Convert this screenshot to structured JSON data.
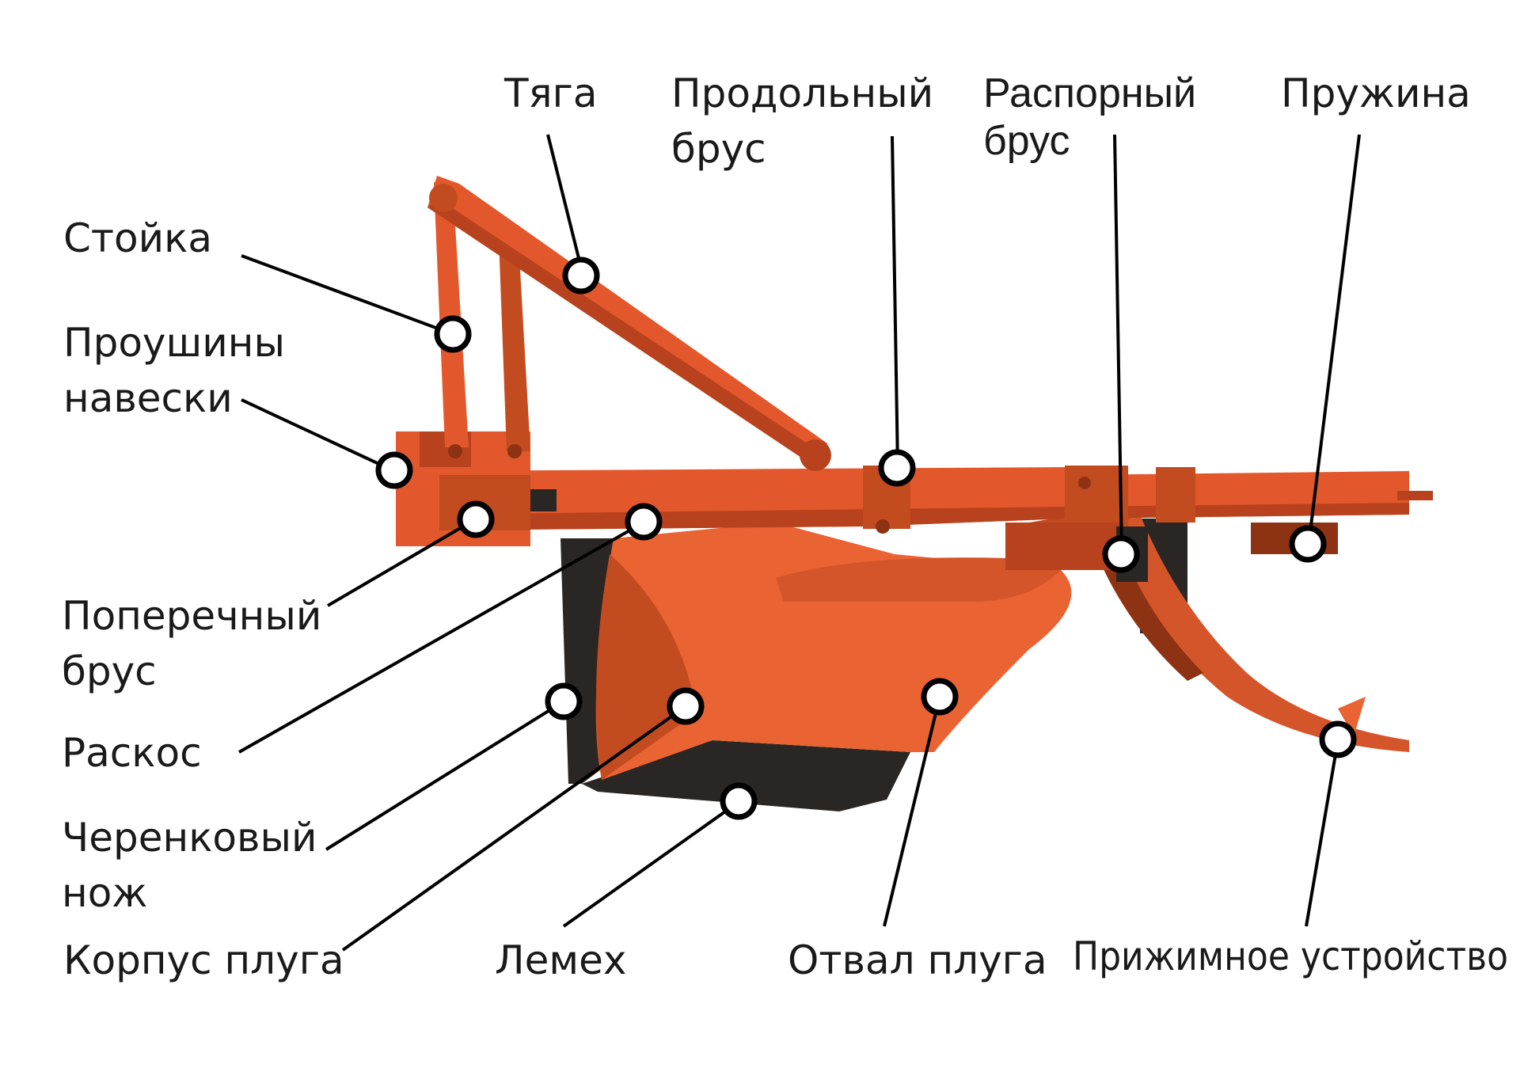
{
  "colors": {
    "frame": "#e2582c",
    "frame_dark": "#b8421d",
    "frame_shadow": "#8e3214",
    "body": "#e96333",
    "body_shade": "#c24b20",
    "blade": "#2a2623",
    "marker_fill": "#ffffff",
    "marker_stroke": "#000000"
  },
  "labels": {
    "tyaga": "Тяга",
    "prodolny_1": "Продольный",
    "prodolny_2": "брус",
    "raspor_1": "Распорный",
    "raspor_2": "брус",
    "pruzhina": "Пружина",
    "stoyka": "Стойка",
    "proush_1": "Проушины",
    "proush_2": "навески",
    "poperech_1": "Поперечный",
    "poperech_2": "брус",
    "raskos": "Раскос",
    "cherenk_1": "Черенковый",
    "cherenk_2": "нож",
    "korpus": "Корпус плуга",
    "lemekh": "Лемех",
    "otval": "Отвал плуга",
    "prizhim": "Прижимное устройство"
  }
}
